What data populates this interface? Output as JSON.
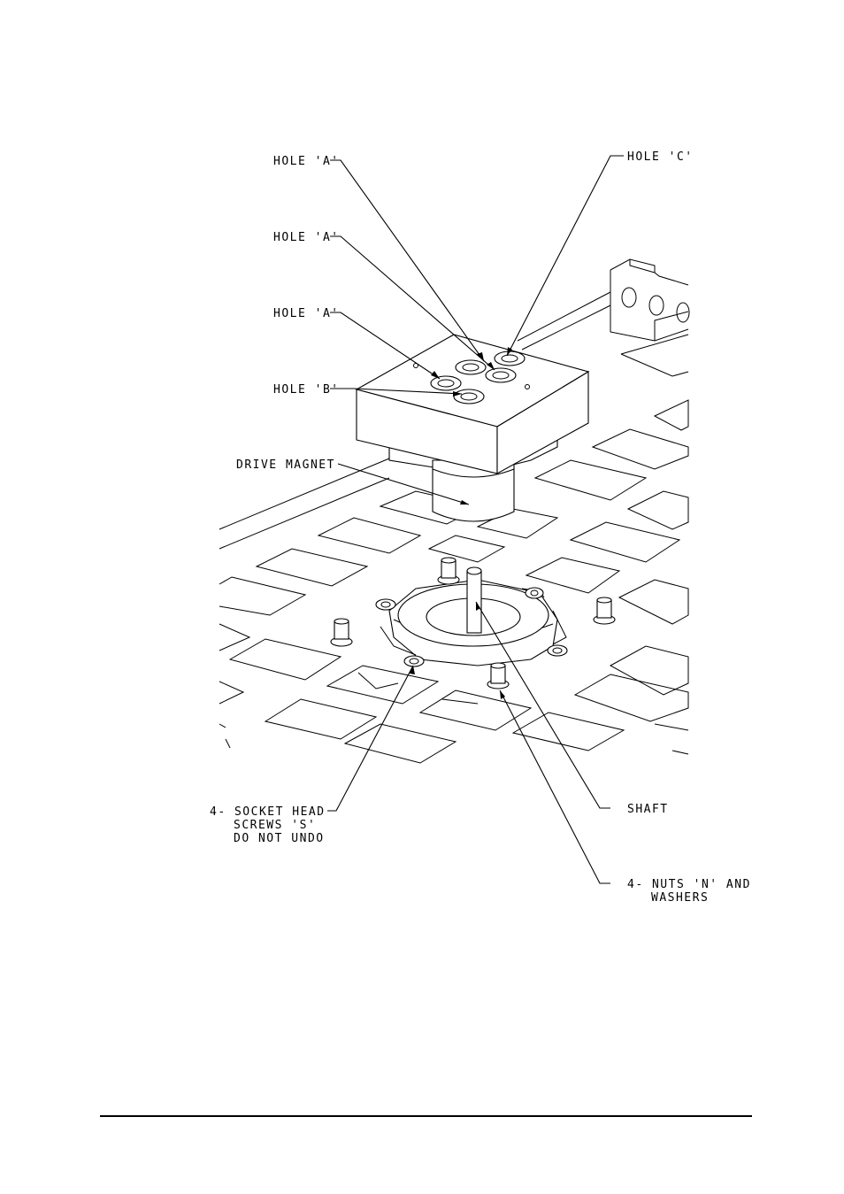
{
  "labels": {
    "hole_a_1": "HOLE 'A'",
    "hole_a_2": "HOLE 'A'",
    "hole_a_3": "HOLE 'A'",
    "hole_b": "HOLE 'B'",
    "hole_c": "HOLE 'C'",
    "drive_magnet": "DRIVE MAGNET",
    "socket_screws_l1": "4- SOCKET HEAD",
    "socket_screws_l2": "SCREWS 'S'",
    "socket_screws_l3": "DO NOT UNDO",
    "shaft": "SHAFT",
    "nuts_l1": "4- NUTS 'N' AND",
    "nuts_l2": "WASHERS"
  },
  "colors": {
    "line": "#000000",
    "hole_highlight": "#8a1a8a"
  }
}
